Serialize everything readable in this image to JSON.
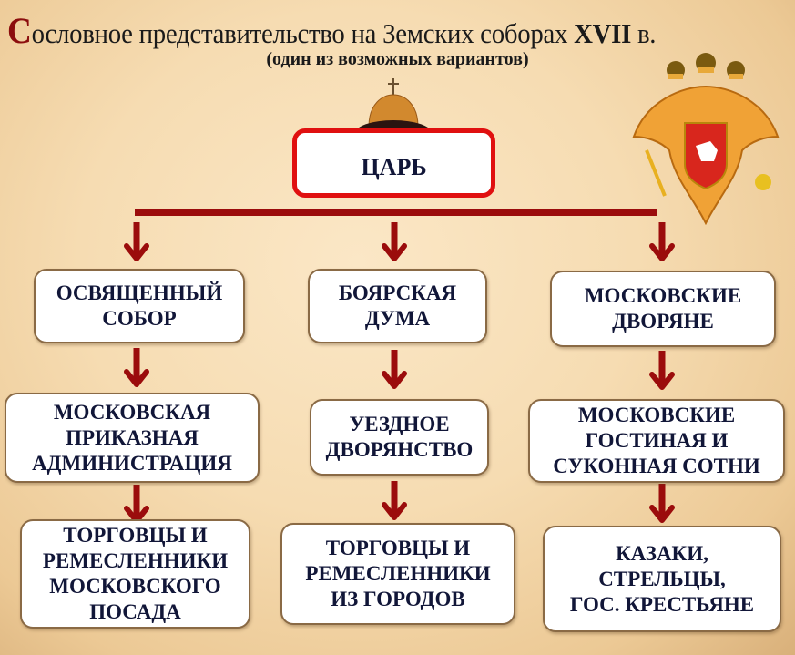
{
  "header": {
    "title_initial": "С",
    "title_rest": "ословное представительство на Земских соборах ",
    "title_century": "XVII",
    "title_suffix": " в.",
    "subtitle": "(один из возможных вариантов)"
  },
  "top": {
    "label": "ЦАРЬ",
    "crown_icon": "monomakh-cap-icon",
    "emblem_icon": "double-headed-eagle-coat-of-arms-icon"
  },
  "colors": {
    "arrow": "#9b0c0c",
    "tsar_border": "#e01010",
    "text": "#111638",
    "title_initial": "#8b0d0d"
  },
  "columns": [
    {
      "boxes": [
        "ОСВЯЩЕННЫЙ\nСОБОР",
        "МОСКОВСКАЯ\nПРИКАЗНАЯ\nАДМИНИСТРАЦИЯ",
        "ТОРГОВЦЫ И\nРЕМЕСЛЕННИКИ\nМОСКОВСКОГО\nПОСАДА"
      ]
    },
    {
      "boxes": [
        "БОЯРСКАЯ\nДУМА",
        "УЕЗДНОЕ\nДВОРЯНСТВО",
        "ТОРГОВЦЫ И\nРЕМЕСЛЕННИКИ\nИЗ ГОРОДОВ"
      ]
    },
    {
      "boxes": [
        "МОСКОВСКИЕ\nДВОРЯНЕ",
        "МОСКОВСКИЕ\nГОСТИНАЯ И\nСУКОННАЯ СОТНИ",
        "КАЗАКИ,\nСТРЕЛЬЦЫ,\nГОС. КРЕСТЬЯНЕ"
      ]
    }
  ]
}
